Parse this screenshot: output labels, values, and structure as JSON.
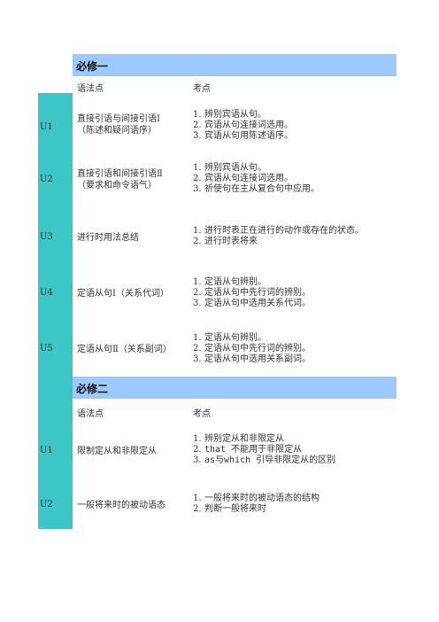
{
  "sections": [
    {
      "title": "必修一",
      "col_topic": "语法点",
      "col_points": "考点",
      "rows": [
        {
          "id": "U1",
          "topic": [
            "直接引语与间接引语Ⅰ",
            "（陈述和疑问语序）"
          ],
          "points": [
            "辨别宾语从句。",
            "宾语从句连接词选用。",
            "宾语从句用陈述语序。"
          ]
        },
        {
          "id": "U2",
          "topic": [
            "直接引语和间接引语Ⅱ",
            "（要求和命令语气）"
          ],
          "points": [
            "辨别宾语从句。",
            "宾语从句连接词选用。",
            "祈使句在主从复合句中应用。"
          ]
        },
        {
          "id": "U3",
          "topic": [
            "进行时用法总结"
          ],
          "points": [
            "进行时表正在进行的动作或存在的状态。",
            "进行时表将来"
          ]
        },
        {
          "id": "U4",
          "topic": [
            "定语从句Ⅰ（关系代词）"
          ],
          "points": [
            "定语从句辨别。",
            "定语从句中先行词的辨别。",
            "定语从句中选用关系代词。"
          ]
        },
        {
          "id": "U5",
          "topic": [
            "定语从句Ⅱ（关系副词）"
          ],
          "points": [
            "定语从句辨别。",
            "定语从句中先行词的辨别。",
            "定语从句中选用关系副词。"
          ]
        }
      ]
    },
    {
      "title": "必修二",
      "col_topic": "语法点",
      "col_points": "考点",
      "rows": [
        {
          "id": "U1",
          "topic": [
            "限制定从和非限定从"
          ],
          "points": [
            "辨别定从和非限定从",
            "that 不能用于非限定从",
            "as与which 引导非限定从的区别"
          ]
        },
        {
          "id": "U2",
          "topic": [
            "一般将来时的被动语态"
          ],
          "points": [
            "一般将来时的被动语态的结构",
            "判断一般将来时"
          ]
        }
      ]
    }
  ],
  "colors": {
    "left_strip": "#3cc6c6",
    "section_header": "#9cc9ff"
  }
}
